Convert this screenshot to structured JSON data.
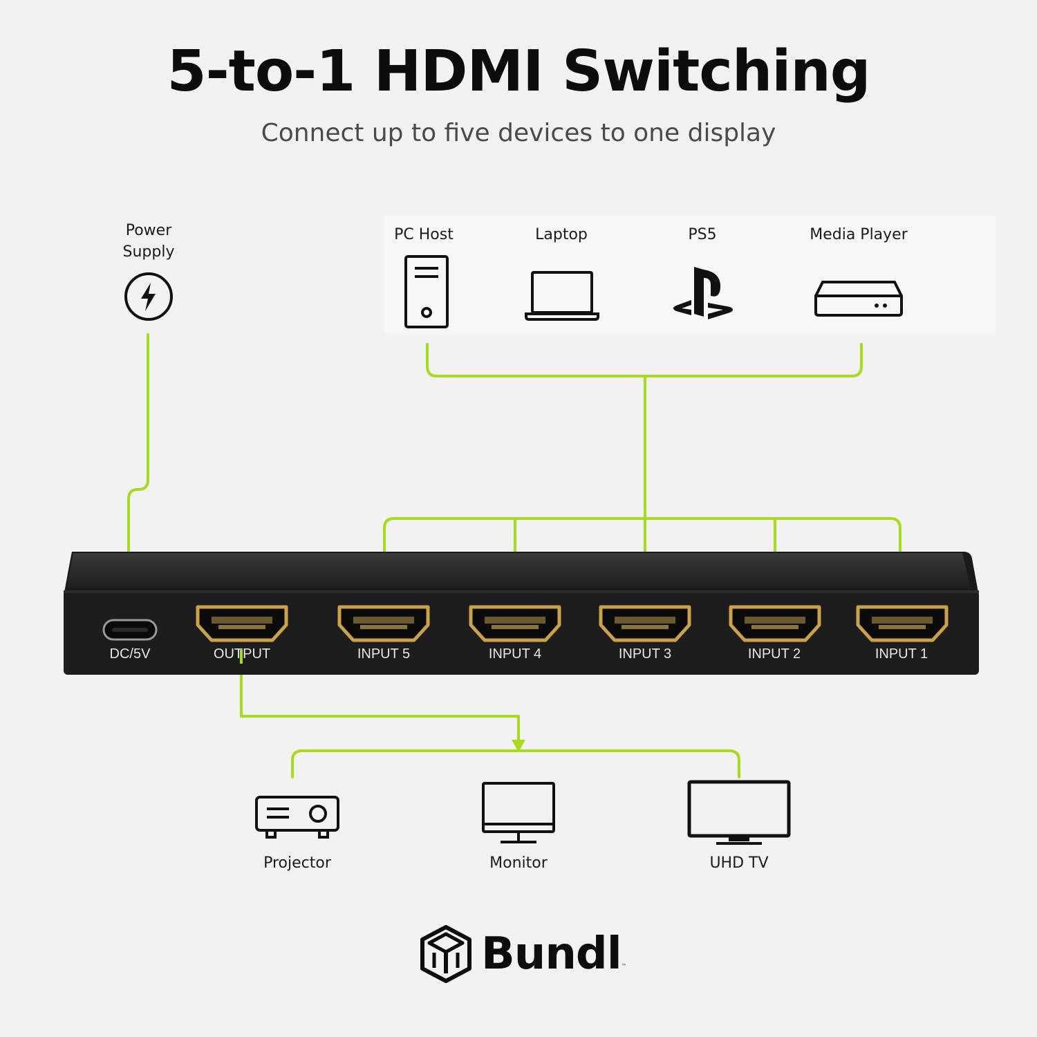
{
  "header": {
    "title": "5-to-1 HDMI Switching",
    "subtitle": "Connect up to five devices to one display"
  },
  "power": {
    "label_line1": "Power",
    "label_line2": "Supply",
    "icon": "lightning-bolt-icon"
  },
  "sources": [
    {
      "label": "PC Host",
      "icon": "pc-tower-icon"
    },
    {
      "label": "Laptop",
      "icon": "laptop-icon"
    },
    {
      "label": "PS5",
      "icon": "playstation-logo-icon"
    },
    {
      "label": "Media Player",
      "icon": "media-player-box-icon"
    }
  ],
  "switch_ports": [
    {
      "label": "DC/5V",
      "type": "usb-c"
    },
    {
      "label": "OUTPUT",
      "type": "hdmi"
    },
    {
      "label": "INPUT 5",
      "type": "hdmi"
    },
    {
      "label": "INPUT 4",
      "type": "hdmi"
    },
    {
      "label": "INPUT 3",
      "type": "hdmi"
    },
    {
      "label": "INPUT 2",
      "type": "hdmi"
    },
    {
      "label": "INPUT 1",
      "type": "hdmi"
    }
  ],
  "displays": [
    {
      "label": "Projector",
      "icon": "projector-icon"
    },
    {
      "label": "Monitor",
      "icon": "monitor-icon"
    },
    {
      "label": "UHD TV",
      "icon": "tv-icon"
    }
  ],
  "brand": {
    "name": "Bundl",
    "trademark": "™"
  },
  "colors": {
    "accent": "#a6dc1e",
    "device_body": "#1c1c1c",
    "hdmi_gold": "#c9a24a",
    "background": "#f2f2f2"
  }
}
